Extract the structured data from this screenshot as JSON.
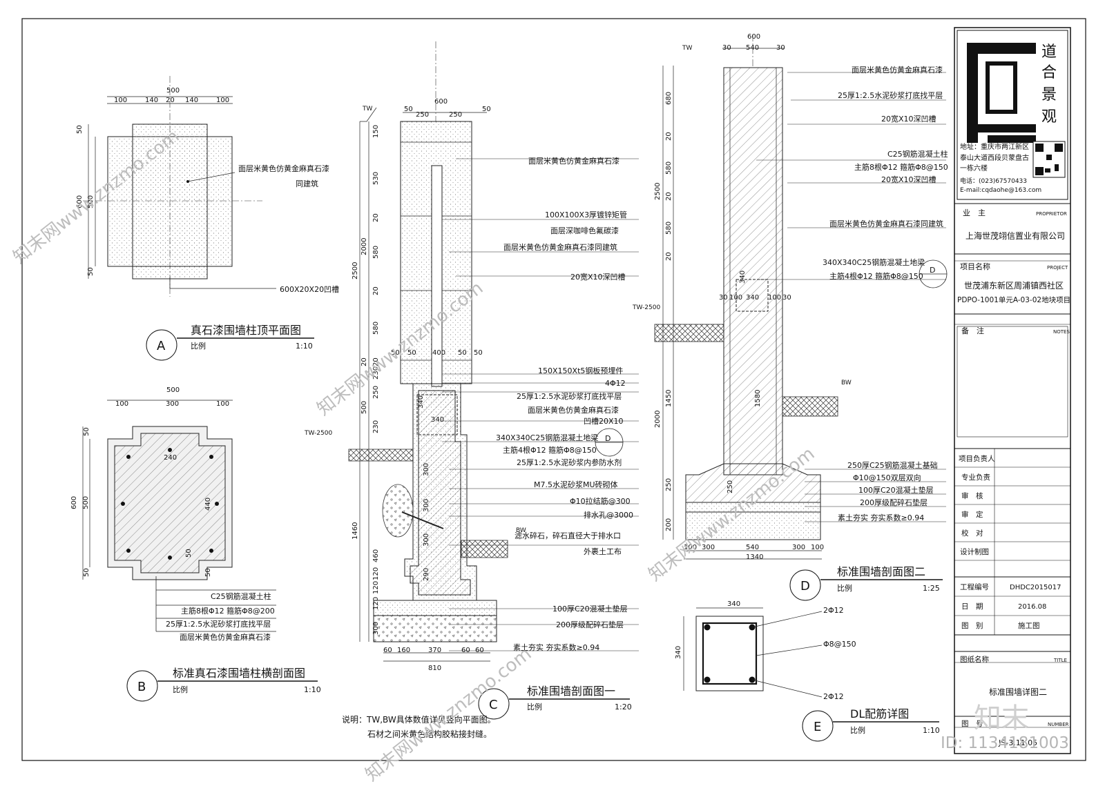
{
  "title_block": {
    "company_name": [
      "道",
      "合",
      "景",
      "观"
    ],
    "address_line1": "地址：重庆市两江新区",
    "address_line2": "泰山大道西段贝蒙盘古",
    "address_line3": "一栋六楼",
    "phone": "电话：(023)67570433",
    "email": "E-mail:cqdaohe@163.com",
    "owner_label": "业　主",
    "owner_label_en": "PROPRIETOR",
    "owner_value": "上海世茂翊信置业有限公司",
    "project_label": "项目名称",
    "project_label_en": "PROJECT",
    "project_value_1": "世茂浦东新区周浦镇西社区",
    "project_value_2": "PDPO-1001单元A-03-02地块项目",
    "notes_label": "备　注",
    "notes_label_en": "NOTES",
    "signoff_rows": [
      "项目负责人",
      "专业负责",
      "审　核",
      "审　定",
      "校　对",
      "设计制图"
    ],
    "job_no_label": "工程编号",
    "job_no_value": "DHDC2015017",
    "date_label": "日　期",
    "date_value": "2016.08",
    "category_label": "图　别",
    "category_value": "施工图",
    "drawing_name_label": "图纸名称",
    "drawing_name_label_en": "TITLE",
    "drawing_name_value": "标准围墙详图二",
    "drawing_no_label": "图　号",
    "drawing_no_label_en": "NUMBER",
    "drawing_no_value": "JS-3.11.05"
  },
  "views": {
    "A": {
      "bubble": "A",
      "title": "真石漆围墙柱顶平面图",
      "scale_label": "比例",
      "scale": "1:10"
    },
    "B": {
      "bubble": "B",
      "title": "标准真石漆围墙柱横剖面图",
      "scale_label": "比例",
      "scale": "1:10"
    },
    "C": {
      "bubble": "C",
      "title": "标准围墙剖面图一",
      "scale_label": "比例",
      "scale": "1:20"
    },
    "D": {
      "bubble": "D",
      "title": "标准围墙剖面图二",
      "scale_label": "比例",
      "scale": "1:25"
    },
    "E": {
      "bubble": "E",
      "title": "DL配筋详图",
      "scale_label": "比例",
      "scale": "1:10"
    }
  },
  "notes": {
    "line1": "说明：TW,BW具体数值详见竖向平面图。",
    "line2": "石材之间米黄色结构胶粘接封缝。"
  },
  "annotations": {
    "A": [
      "面层米黄色仿黄金麻真石漆",
      "同建筑",
      "600X20X20凹槽"
    ],
    "B": [
      "C25钢筋混凝土柱",
      "主筋8根Φ12  箍筋Φ8@200",
      "25厚1:2.5水泥砂浆打底找平层",
      "面层米黄色仿黄金麻真石漆"
    ],
    "C": [
      "面层米黄色仿黄金麻真石漆",
      "100X100X3厚镀锌矩管",
      "面层深咖啡色氟碳漆",
      "面层米黄色仿黄金麻真石漆同建筑",
      "20宽X10深凹槽",
      "150X150Xt5钢板预埋件",
      "4Φ12",
      "25厚1:2.5水泥砂浆打底找平层",
      "面层米黄色仿黄金麻真石漆",
      "凹槽20X10",
      "340X340C25钢筋混凝土地梁",
      "主筋4根Φ12  箍筋Φ8@150",
      "25厚1:2.5水泥砂浆内参防水剂",
      "M7.5水泥砂浆MU砖砌体",
      "Φ10拉结筋@300",
      "排水孔@3000",
      "滤水碎石，碎石直径大于排水口",
      "外裹土工布",
      "100厚C20混凝土垫层",
      "200厚级配碎石垫层",
      "素土夯实  夯实系数≥0.94"
    ],
    "D": [
      "面层米黄色仿黄金麻真石漆",
      "25厚1:2.5水泥砂浆打底找平层",
      "20宽X10深凹槽",
      "C25钢筋混凝土柱",
      "主筋8根Φ12  箍筋Φ8@150",
      "20宽X10深凹槽",
      "面层米黄色仿黄金麻真石漆同建筑",
      "340X340C25钢筋混凝土地梁",
      "主筋4根Φ12  箍筋Φ8@150",
      "250厚C25钢筋混凝土基础",
      "Φ10@150双层双向",
      "100厚C20混凝土垫层",
      "200厚级配碎石垫层",
      "素土夯实  夯实系数≥0.94"
    ],
    "E": [
      "2Φ12",
      "Φ8@150",
      "2Φ12"
    ]
  },
  "section_refs": {
    "C": "D",
    "D": "D"
  },
  "level_tags": {
    "tw": "TW",
    "tw2500": "TW-2500",
    "bw": "BW"
  },
  "dims": {
    "A_top": [
      "500",
      "100",
      "140",
      "20",
      "140",
      "100"
    ],
    "A_left": [
      "50",
      "600",
      "500",
      "50"
    ],
    "B_top": [
      "500",
      "100",
      "300",
      "100"
    ],
    "B_left": [
      "50",
      "600",
      "500",
      "50"
    ],
    "B_inner": [
      "240",
      "440",
      "50",
      "50"
    ],
    "C_top": [
      "600",
      "50",
      "250",
      "250",
      "50"
    ],
    "C_left": [
      "150",
      "530",
      "20",
      "580",
      "20",
      "580",
      "2000",
      "2500",
      "20",
      "20",
      "500",
      "230",
      "250",
      "230",
      "1460",
      "460",
      "120",
      "120",
      "120",
      "300"
    ],
    "C_mid": [
      "50",
      "50",
      "400",
      "50",
      "50",
      "340",
      "340",
      "300",
      "300",
      "300",
      "290"
    ],
    "C_bottom": [
      "60",
      "160",
      "370",
      "60",
      "60",
      "810"
    ],
    "D_top": [
      "600",
      "30",
      "540",
      "30"
    ],
    "D_left": [
      "680",
      "20",
      "580",
      "20",
      "580",
      "20",
      "2500",
      "1450",
      "2000",
      "250",
      "200"
    ],
    "D_mid": [
      "340",
      "30",
      "100",
      "340",
      "100",
      "30",
      "1580",
      "250"
    ],
    "D_bottom": [
      "100",
      "300",
      "540",
      "300",
      "100",
      "1340"
    ],
    "E": [
      "340",
      "340"
    ]
  },
  "watermarks": [
    "知末网www.znzmo.com",
    "知末",
    "ID: 1134181003"
  ]
}
